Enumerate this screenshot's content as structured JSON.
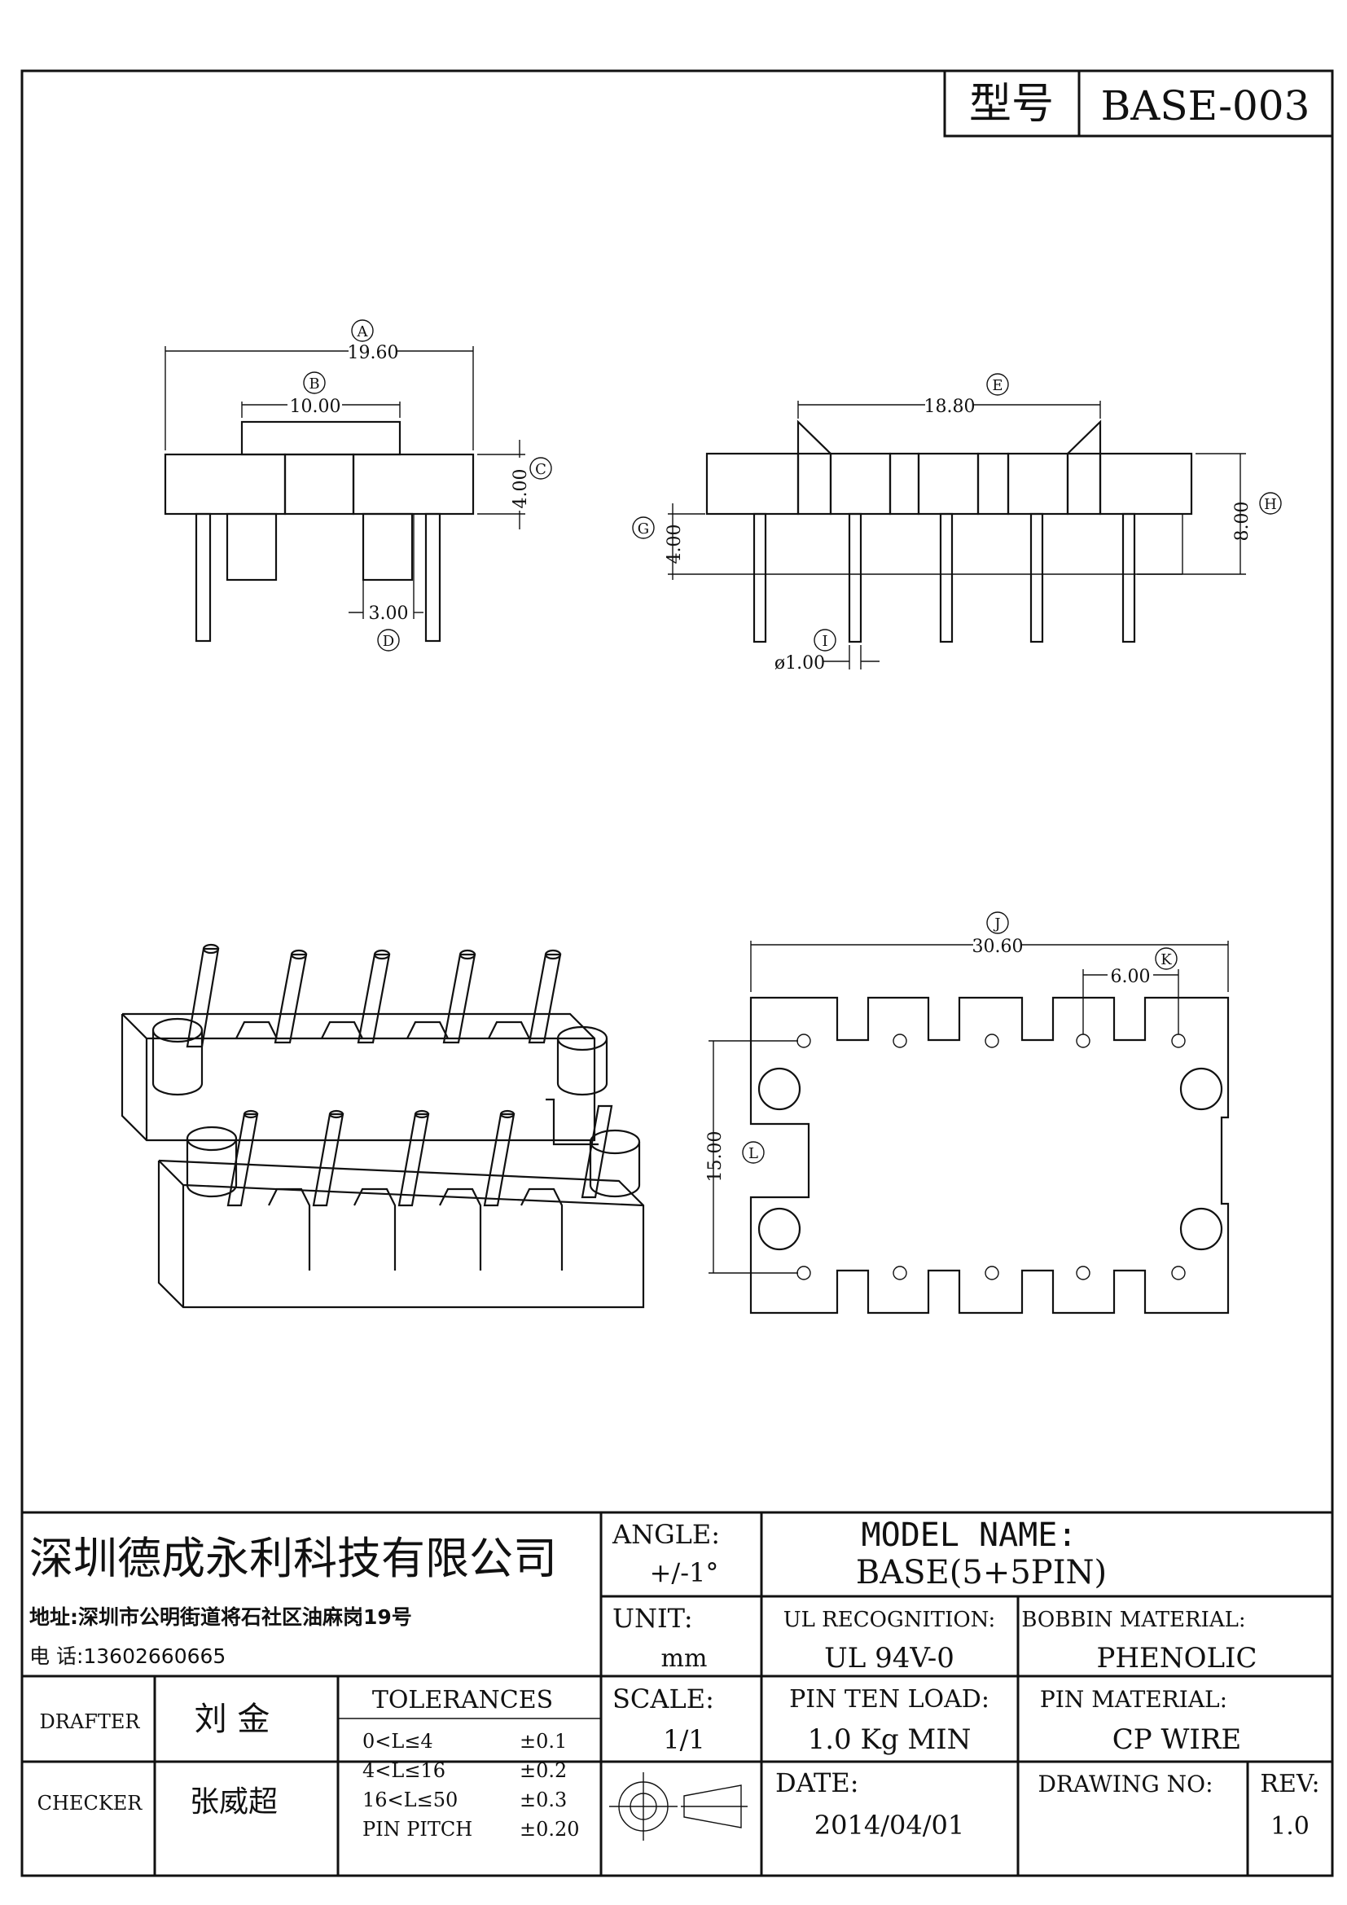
{
  "model_box": {
    "label": "型号",
    "value": "BASE-003"
  },
  "side_view_left": {
    "dims": {
      "A": "19.60",
      "B": "10.00",
      "C": "4.00",
      "D": "3.00"
    },
    "markers": {
      "A": "A",
      "B": "B",
      "C": "C",
      "D": "D"
    }
  },
  "side_view_right": {
    "dims": {
      "E": "18.80",
      "G": "4.00",
      "H": "8.00",
      "I": "ø1.00"
    },
    "markers": {
      "E": "E",
      "G": "G",
      "H": "H",
      "I": "I"
    }
  },
  "bottom_view": {
    "dims": {
      "J": "30.60",
      "K": "6.00",
      "L": "15.00"
    },
    "markers": {
      "J": "J",
      "K": "K",
      "L": "L"
    }
  },
  "title_block": {
    "company": "深圳德成永利科技有限公司",
    "address": "地址:深圳市公明街道将石社区油麻岗19号",
    "phone": "电 话:13602660665",
    "angle_label": "ANGLE:",
    "angle_value": "+/-1°",
    "model_name_label": "MODEL NAME:",
    "model_name_value": "BASE(5+5PIN)",
    "unit_label": "UNIT:",
    "unit_value": "mm",
    "ul_label": "UL RECOGNITION:",
    "ul_value": "UL 94V-0",
    "bobbin_label": "BOBBIN MATERIAL:",
    "bobbin_value": "PHENOLIC",
    "drafter_label": "DRAFTER",
    "drafter_value": "刘 金",
    "checker_label": "CHECKER",
    "checker_value": "张威超",
    "tolerances_label": "TOLERANCES",
    "tolerances": [
      {
        "range": "0<L≤4",
        "tol": "±0.1"
      },
      {
        "range": "4<L≤16",
        "tol": "±0.2"
      },
      {
        "range": "16<L≤50",
        "tol": "±0.3"
      },
      {
        "range": "PIN PITCH",
        "tol": "±0.20"
      }
    ],
    "scale_label": "SCALE:",
    "scale_value": "1/1",
    "pin_ten_label": "PIN TEN LOAD:",
    "pin_ten_value": "1.0 Kg MIN",
    "pin_mat_label": "PIN MATERIAL:",
    "pin_mat_value": "CP WIRE",
    "date_label": "DATE:",
    "date_value": "2014/04/01",
    "drawing_no_label": "DRAWING NO:",
    "rev_label": "REV:",
    "rev_value": "1.0"
  }
}
